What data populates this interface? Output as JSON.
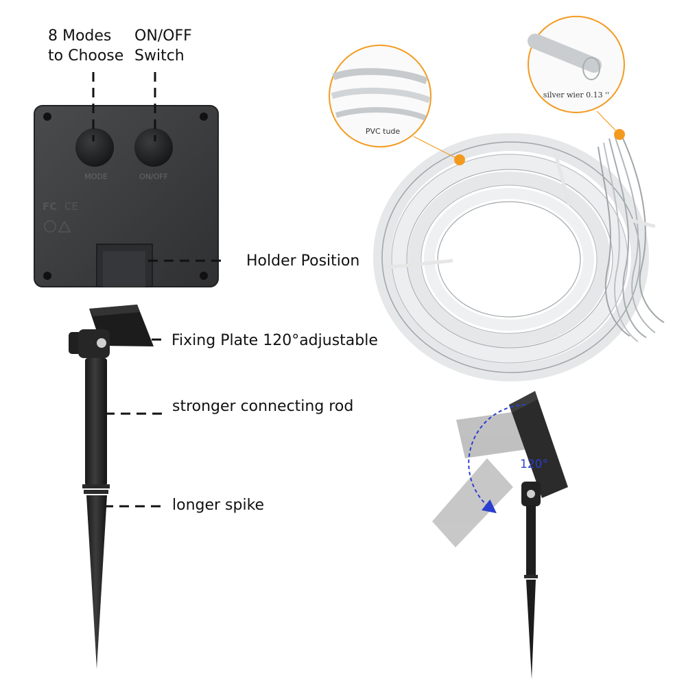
{
  "callouts": {
    "modes": [
      "8 Modes",
      "to Choose"
    ],
    "switch": [
      "ON/OFF",
      "Switch"
    ],
    "holder": "Holder Position",
    "fixing_plate": "Fixing Plate 120°adjustable",
    "rod": "stronger connecting rod",
    "spike": "longer spike"
  },
  "panel": {
    "mode_button_label": "MODE",
    "switch_button_label": "ON/OFF",
    "cert_marks": [
      "FC",
      "CE"
    ]
  },
  "zoom": {
    "pvc": "PVC tude",
    "wire": "silver wier 0.13 ''"
  },
  "angle": "120°",
  "colors": {
    "callout_orange": "#f39a1e",
    "angle_blue": "#2a3fd0",
    "panel_dark": "#3a3b3d"
  }
}
